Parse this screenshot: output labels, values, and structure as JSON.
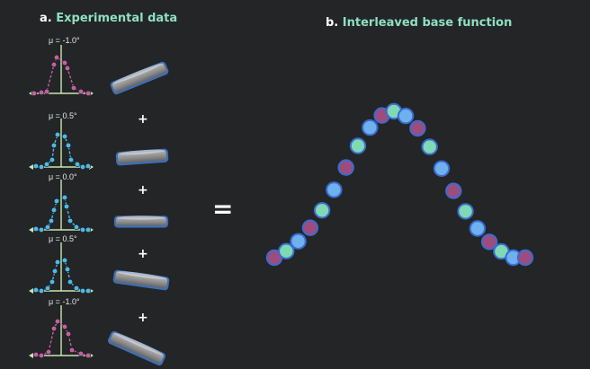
{
  "panel_a": {
    "letter": "a.",
    "title": "Experimental data",
    "rows": [
      {
        "mu_label": "μ = -1.0°",
        "tilt_deg": -22,
        "color": "#c061a4"
      },
      {
        "mu_label": "μ = 0.5°",
        "tilt_deg": -4,
        "color": "#4fb8e8"
      },
      {
        "mu_label": "μ = 0.0°",
        "tilt_deg": 0,
        "color": "#4fb8e8"
      },
      {
        "mu_label": "μ = 0.5°",
        "tilt_deg": 8,
        "color": "#4fb8e8"
      },
      {
        "mu_label": "μ = -1.0°",
        "tilt_deg": 24,
        "color": "#c061a4"
      }
    ],
    "plus_symbol": "+",
    "equals_symbol": "="
  },
  "panel_b": {
    "letter": "b.",
    "title": "Interleaved base function",
    "series_colors": [
      "#9c4d7e",
      "#7fd9b4",
      "#6fb0ee"
    ],
    "points": [
      {
        "color": 0
      },
      {
        "color": 1
      },
      {
        "color": 2
      },
      {
        "color": 0
      },
      {
        "color": 1
      },
      {
        "color": 2
      },
      {
        "color": 0
      },
      {
        "color": 1
      },
      {
        "color": 2
      },
      {
        "color": 0
      },
      {
        "color": 1
      },
      {
        "color": 2
      },
      {
        "color": 0
      },
      {
        "color": 1
      },
      {
        "color": 2
      },
      {
        "color": 0
      },
      {
        "color": 1
      },
      {
        "color": 2
      },
      {
        "color": 0
      },
      {
        "color": 1
      },
      {
        "color": 2
      },
      {
        "color": 0
      }
    ]
  },
  "colors": {
    "background": "#232526",
    "title_accent": "#8ee0c0",
    "axis": "#c8e8b0"
  }
}
